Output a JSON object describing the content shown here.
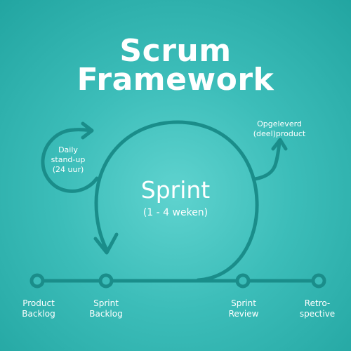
{
  "title": {
    "line1": "Scrum",
    "line2": "Framework"
  },
  "sprint": {
    "title": "Sprint",
    "duration": "(1 - 4 weken)"
  },
  "daily_standup": "Daily\nstand-up\n(24 uur)",
  "deliverable": "Opgeleverd\n(deel)product",
  "stages": [
    {
      "label": "Product\nBacklog"
    },
    {
      "label": "Sprint\nBacklog"
    },
    {
      "label": "Sprint\nReview"
    },
    {
      "label": "Retro-\nspective"
    }
  ],
  "colors": {
    "background": "#3cbdb9",
    "stroke": "#1a8d8a",
    "text": "#ffffff"
  }
}
